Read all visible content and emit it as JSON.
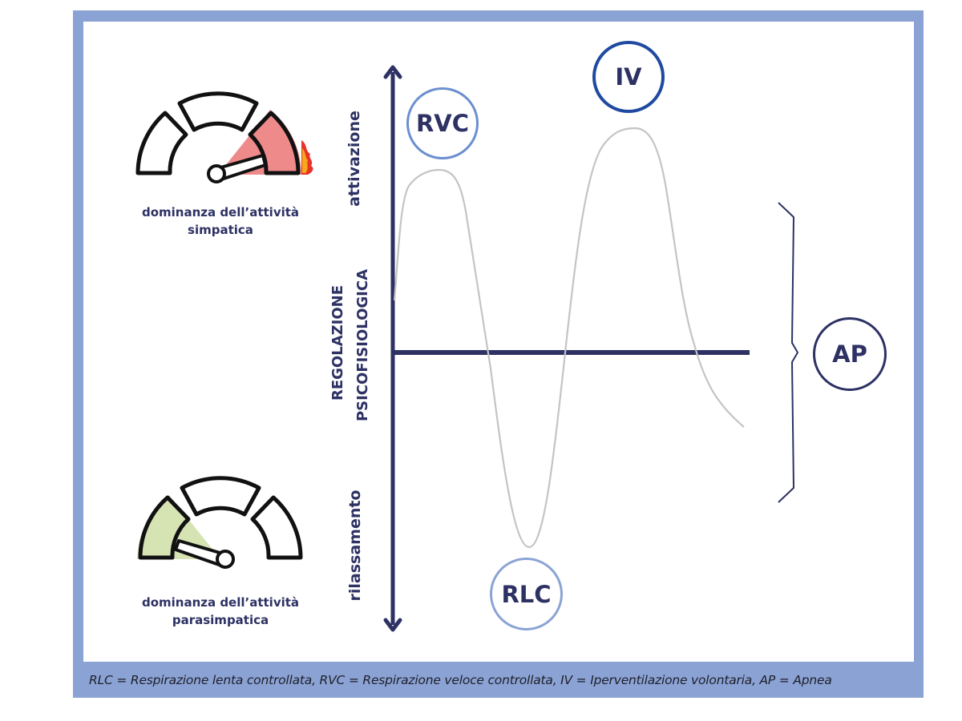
{
  "diagram": {
    "title_axis": [
      "REGOLAZIONE",
      "PSICOFISIOLOGICA"
    ],
    "axis_top_label": "attivazione",
    "axis_bottom_label": "rilassamento",
    "gauges": [
      {
        "id": "sympathetic",
        "label_line1": "dominanza dell’attività",
        "label_line2": "simpatica",
        "active_segment": "right",
        "fill_color": "#ee8a8a",
        "flame": true
      },
      {
        "id": "parasympathetic",
        "label_line1": "dominanza dell’attività",
        "label_line2": "parasimpatica",
        "active_segment": "left",
        "fill_color": "#d6e4b4",
        "flame": false
      }
    ],
    "nodes": [
      {
        "id": "RVC",
        "label": "RVC",
        "position": "first peak",
        "border_color": "#6b8fcf"
      },
      {
        "id": "IV",
        "label": "IV",
        "position": "second peak",
        "border_color": "#1f4aa0"
      },
      {
        "id": "RLC",
        "label": "RLC",
        "position": "trough",
        "border_color": "#8ba3d4"
      },
      {
        "id": "AP",
        "label": "AP",
        "position": "brace right",
        "border_color": "#2d3163"
      }
    ],
    "curve": {
      "description": "oscillation: rise to moderate peak (RVC), deep fall to trough (RLC), rise to highest peak (IV), then decline below baseline",
      "relative_levels": {
        "start": 0.35,
        "peak_rvc": 0.85,
        "trough_rlc": -1.0,
        "peak_iv": 1.0,
        "end": -0.37
      },
      "color": "#c4c4c4"
    },
    "colors": {
      "frame": "#8ba3d4",
      "axis": "#2d3163",
      "text": "#2d3163"
    }
  },
  "legend": {
    "text": "RLC = Respirazione lenta controllata, RVC = Respirazione veloce controllata, IV = Iperventilazione volontaria, AP = Apnea"
  }
}
